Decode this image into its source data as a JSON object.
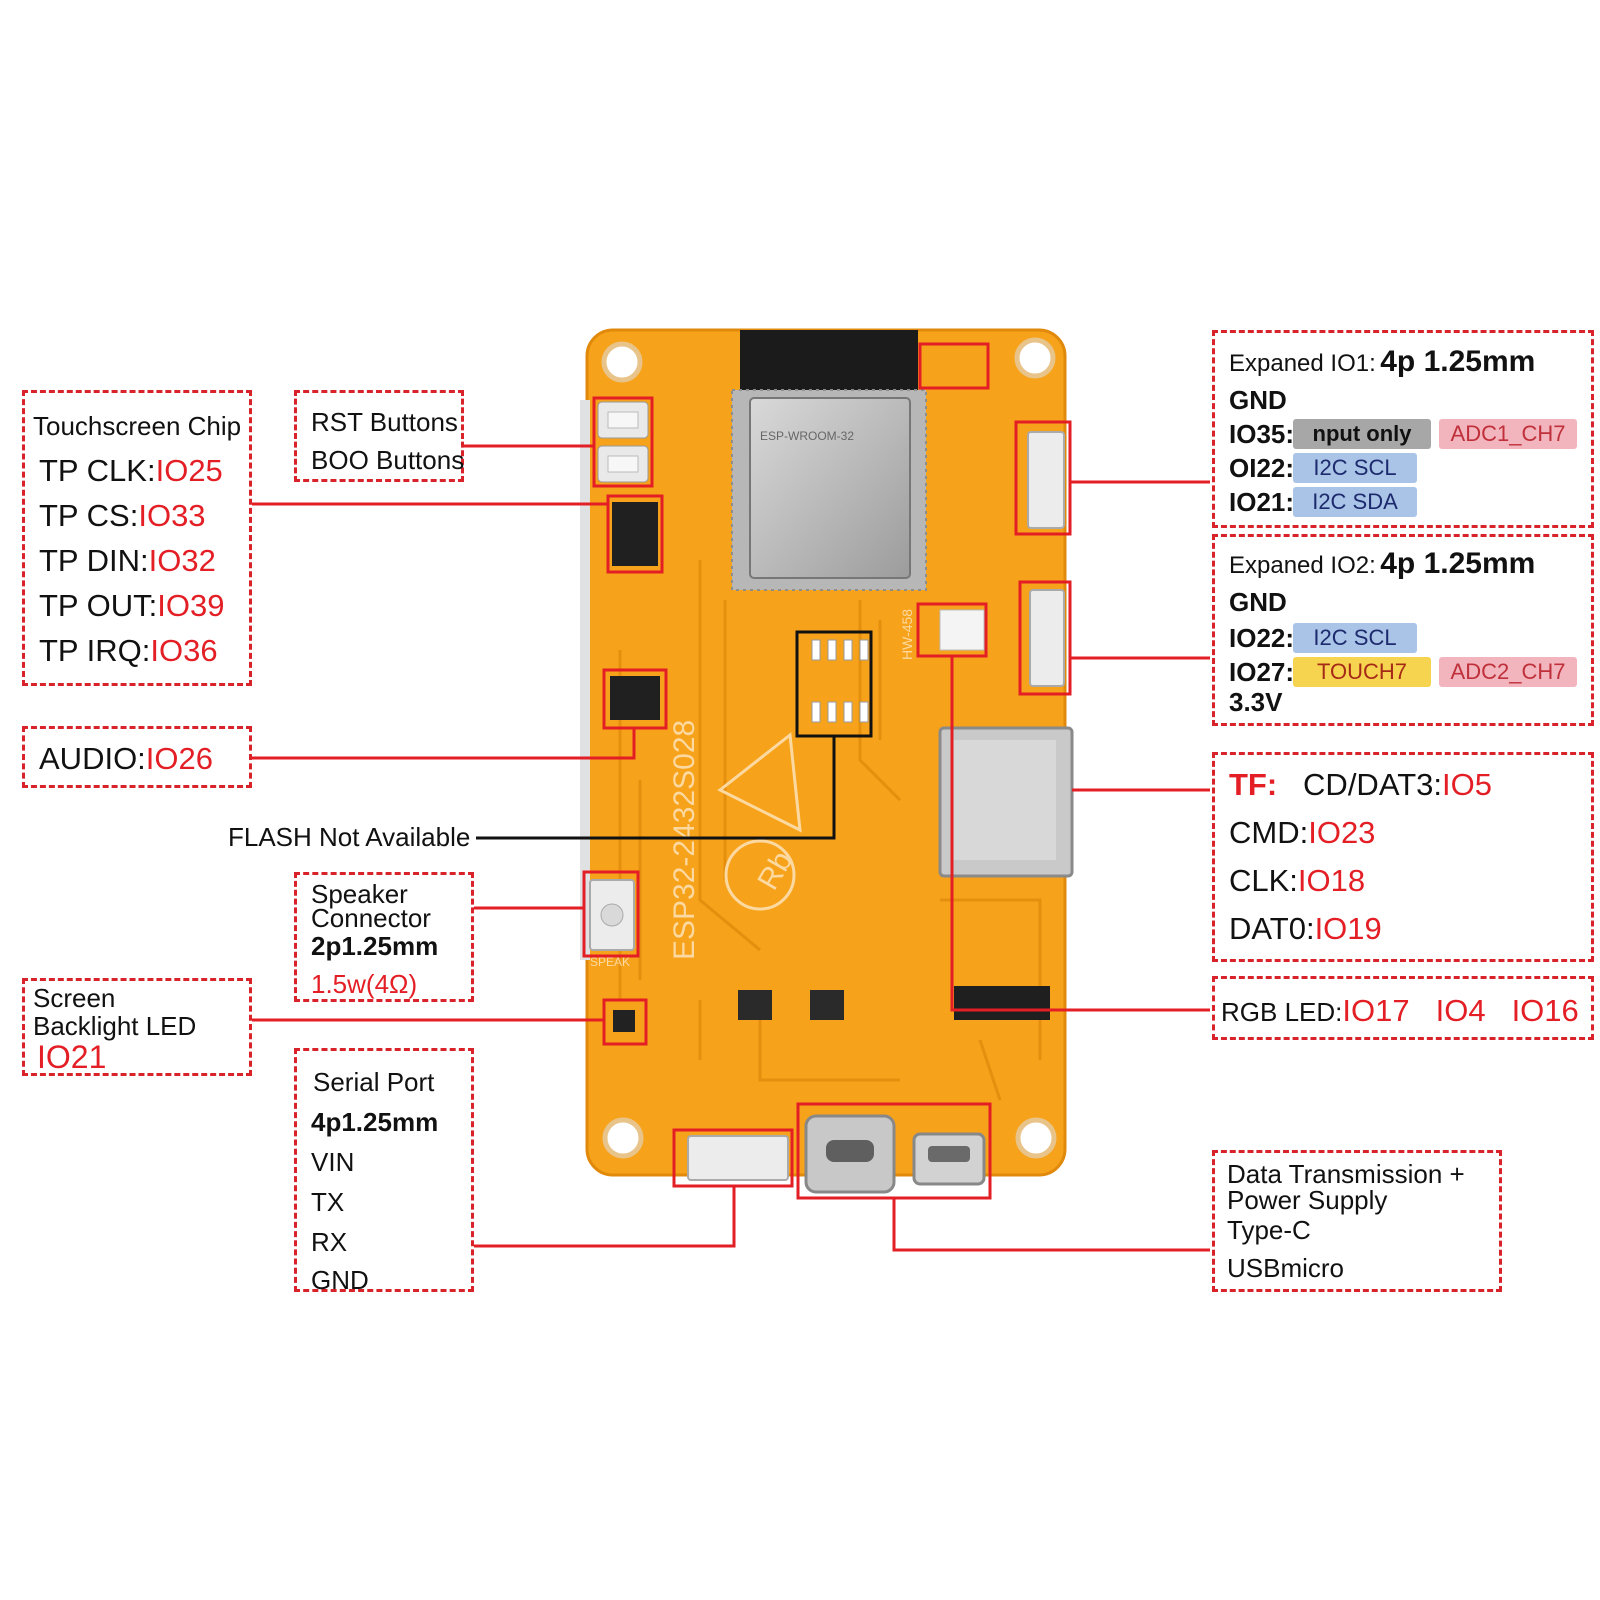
{
  "touchscreen": {
    "title": "Touchscreen Chip",
    "pins": [
      {
        "label": "TP CLK:",
        "io": "IO25"
      },
      {
        "label": "TP CS:",
        "io": "IO33"
      },
      {
        "label": "TP DIN:",
        "io": "IO32"
      },
      {
        "label": "TP OUT:",
        "io": "IO39"
      },
      {
        "label": "TP IRQ:",
        "io": "IO36"
      }
    ]
  },
  "buttons": {
    "rst_prefix": "RST",
    "boo_prefix": "BOO",
    "suffix": "Buttons"
  },
  "audio": {
    "label": "AUDIO:",
    "io": "IO26"
  },
  "flash": {
    "label": "FLASH Not Available"
  },
  "speaker": {
    "line1": "Speaker",
    "line2": "Connector",
    "spec": "2p1.25mm",
    "power": "1.5w(4Ω)"
  },
  "backlight": {
    "line1": "Screen",
    "line2": "Backlight LED",
    "io": "IO21"
  },
  "serial": {
    "title": "Serial Port",
    "spec": "4p1.25mm",
    "pins": [
      "VIN",
      "TX",
      "RX",
      "GND"
    ]
  },
  "expanded_io1": {
    "title": "Expaned IO1:",
    "spec": "4p 1.25mm",
    "gnd": "GND",
    "rows": [
      {
        "pin": "IO35:",
        "tag1": "nput only",
        "tag2": "ADC1_CH7"
      },
      {
        "pin": "OI22:",
        "tag1": "I2C SCL"
      },
      {
        "pin": "IO21:",
        "tag1": "I2C SDA"
      }
    ]
  },
  "expanded_io2": {
    "title": "Expaned IO2:",
    "spec": "4p 1.25mm",
    "gnd": "GND",
    "rows": [
      {
        "pin": "IO22:",
        "tag1": "I2C SCL"
      },
      {
        "pin": "IO27:",
        "tag1": "TOUCH7",
        "tag2": "ADC2_CH7"
      }
    ],
    "v33": "3.3V"
  },
  "tf": {
    "title": "TF:",
    "rows": [
      {
        "label": "CD/DAT3:",
        "io": "IO5"
      },
      {
        "label": "CMD:",
        "io": "IO23"
      },
      {
        "label": "CLK:",
        "io": "IO18"
      },
      {
        "label": "DAT0:",
        "io": "IO19"
      }
    ]
  },
  "rgb": {
    "label": "RGB LED:",
    "io1": "IO17",
    "io2": "IO4",
    "io3": "IO16"
  },
  "usb": {
    "line1": "Data Transmission +",
    "line2": "Power Supply",
    "type_c": "Type-C",
    "micro": "USBmicro"
  },
  "board": {
    "model": "ESP32-2432S028",
    "module_text": "ESP-WROOM-32",
    "regulator_text": "HW-458",
    "speaker_silk": "SPEAK",
    "logo": "Rb"
  },
  "colors": {
    "pcb": "#f7a21b",
    "pcb_dark": "#e48f0d",
    "callout_red": "#e31e25",
    "frame_dashed": "#d9232a"
  }
}
